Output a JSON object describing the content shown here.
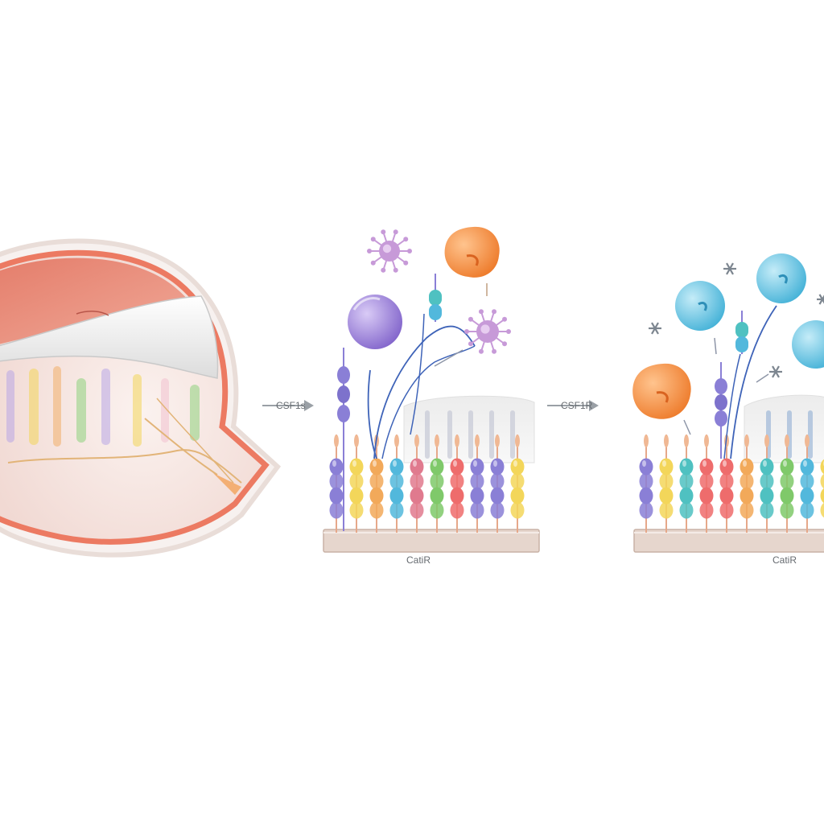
{
  "labels": {
    "arrow1": "CSF1s",
    "arrow2": "CSF1R",
    "panel2": "CatiR",
    "panel3": "CatiR"
  },
  "colors": {
    "photoreceptor": [
      "#8a7fd6",
      "#f3d65a",
      "#f2a95a",
      "#52b8dc",
      "#e07a8e",
      "#7fc96a",
      "#ee6c6c",
      "#4fc1c1"
    ],
    "macrophage_purple": "#8e78d2",
    "macrophage_orange": "#f28a3c",
    "macrophage_blue": "#5cc0e0",
    "virus": "#c79ad8",
    "membrane": "#d8c2b6",
    "retina_red": "#e8705a"
  },
  "icons": [
    "eye-cross-section-icon",
    "virus-icon",
    "macrophage-icon",
    "receptor-icon",
    "cytokine-star-icon"
  ]
}
